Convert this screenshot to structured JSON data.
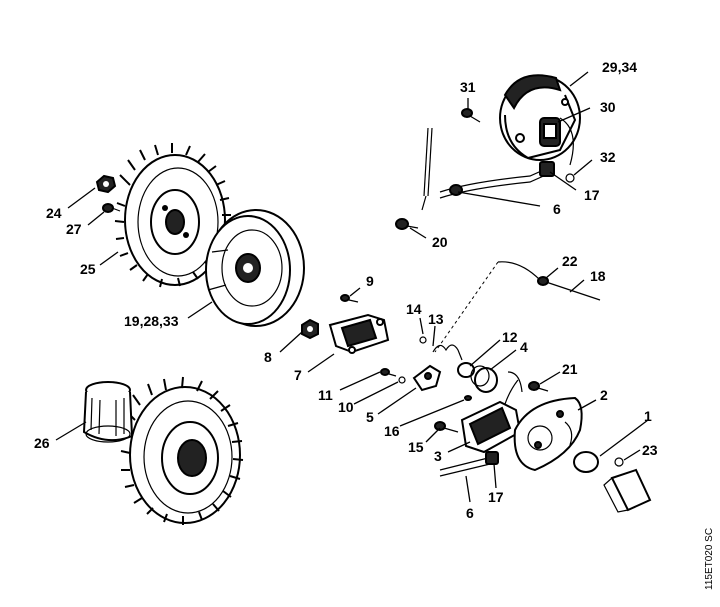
{
  "diagram": {
    "code": "115ET020 SC",
    "callouts": [
      {
        "id": "c31",
        "text": "31"
      },
      {
        "id": "c2934",
        "text": "29,34"
      },
      {
        "id": "c30",
        "text": "30"
      },
      {
        "id": "c32",
        "text": "32"
      },
      {
        "id": "c17a",
        "text": "17"
      },
      {
        "id": "c6a",
        "text": "6"
      },
      {
        "id": "c20",
        "text": "20"
      },
      {
        "id": "c24",
        "text": "24"
      },
      {
        "id": "c27",
        "text": "27"
      },
      {
        "id": "c25",
        "text": "25"
      },
      {
        "id": "c192833",
        "text": "19,28,33"
      },
      {
        "id": "c9",
        "text": "9"
      },
      {
        "id": "c8",
        "text": "8"
      },
      {
        "id": "c7",
        "text": "7"
      },
      {
        "id": "c22",
        "text": "22"
      },
      {
        "id": "c18",
        "text": "18"
      },
      {
        "id": "c14",
        "text": "14"
      },
      {
        "id": "c13",
        "text": "13"
      },
      {
        "id": "c12",
        "text": "12"
      },
      {
        "id": "c4",
        "text": "4"
      },
      {
        "id": "c11",
        "text": "11"
      },
      {
        "id": "c10",
        "text": "10"
      },
      {
        "id": "c5",
        "text": "5"
      },
      {
        "id": "c21",
        "text": "21"
      },
      {
        "id": "c2",
        "text": "2"
      },
      {
        "id": "c16",
        "text": "16"
      },
      {
        "id": "c1",
        "text": "1"
      },
      {
        "id": "c15",
        "text": "15"
      },
      {
        "id": "c3",
        "text": "3"
      },
      {
        "id": "c23",
        "text": "23"
      },
      {
        "id": "c26",
        "text": "26"
      },
      {
        "id": "c17b",
        "text": "17"
      },
      {
        "id": "c6b",
        "text": "6"
      }
    ]
  }
}
